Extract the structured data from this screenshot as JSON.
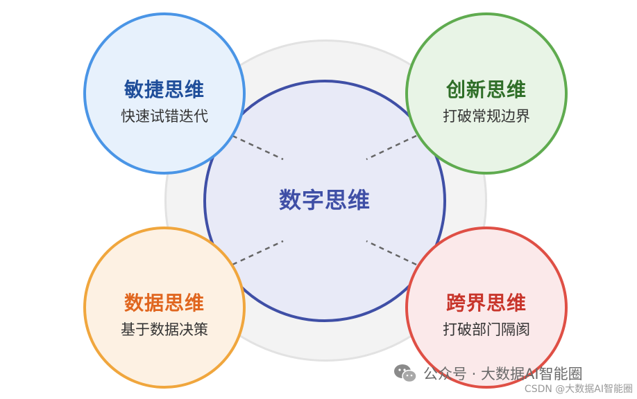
{
  "center": {
    "title": "数字思维"
  },
  "nodes": {
    "agile": {
      "title": "敏捷思维",
      "subtitle": "快速试错迭代"
    },
    "innovation": {
      "title": "创新思维",
      "subtitle": "打破常规边界"
    },
    "data": {
      "title": "数据思维",
      "subtitle": "基于数据决策"
    },
    "cross": {
      "title": "跨界思维",
      "subtitle": "打破部门隔阂"
    }
  },
  "watermark": {
    "account": "公众号 · 大数据AI智能圈",
    "csdn": "CSDN @大数据AI智能圈"
  },
  "colors": {
    "center": "#3f4fa6",
    "agile": "#4a95e6",
    "innovation": "#5fab4f",
    "data": "#f0a63d",
    "cross": "#df4f45"
  }
}
